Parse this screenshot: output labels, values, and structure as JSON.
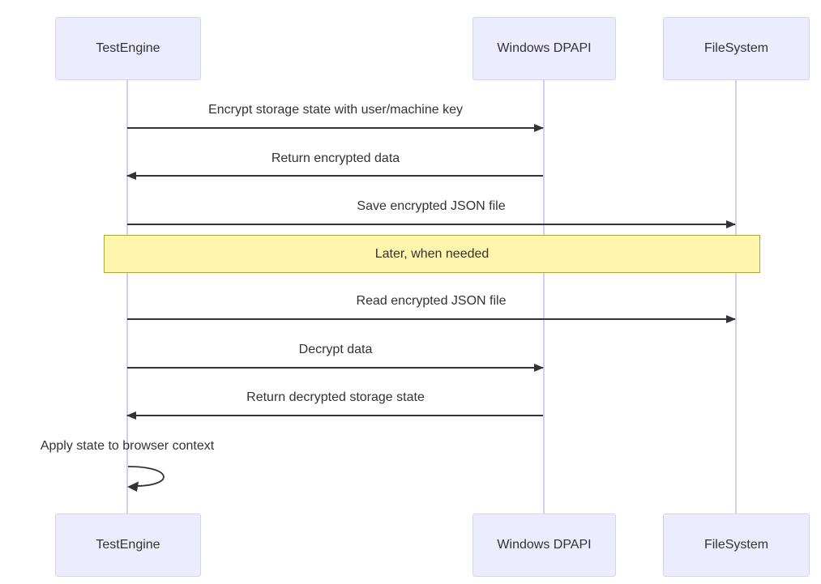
{
  "diagram": {
    "type": "sequence-diagram",
    "actors": [
      {
        "name": "TestEngine"
      },
      {
        "name": "Windows DPAPI"
      },
      {
        "name": "FileSystem"
      }
    ],
    "messages": [
      {
        "from": "TestEngine",
        "to": "Windows DPAPI",
        "label": "Encrypt storage state with user/machine key",
        "style": "solid-arrow"
      },
      {
        "from": "Windows DPAPI",
        "to": "TestEngine",
        "label": "Return encrypted data",
        "style": "solid-arrow"
      },
      {
        "from": "TestEngine",
        "to": "FileSystem",
        "label": "Save encrypted JSON file",
        "style": "solid-arrow"
      },
      {
        "from": "TestEngine",
        "to": "FileSystem",
        "label": "Read encrypted JSON file",
        "style": "solid-arrow"
      },
      {
        "from": "TestEngine",
        "to": "Windows DPAPI",
        "label": "Decrypt data",
        "style": "solid-arrow"
      },
      {
        "from": "Windows DPAPI",
        "to": "TestEngine",
        "label": "Return decrypted storage state",
        "style": "solid-arrow"
      },
      {
        "from": "TestEngine",
        "to": "TestEngine",
        "label": "Apply state to browser context",
        "style": "self-loop"
      }
    ],
    "note": {
      "label": "Later, when needed",
      "position": "over all actors"
    },
    "colors": {
      "actor_fill": "#ECECFF",
      "actor_border": "#D8D2EF",
      "lifeline": "#D4CCF1",
      "arrow": "#333333",
      "text": "#333333",
      "note_fill": "#FFF5AD",
      "note_border": "#AAAA33",
      "background": "#FFFFFF"
    }
  }
}
